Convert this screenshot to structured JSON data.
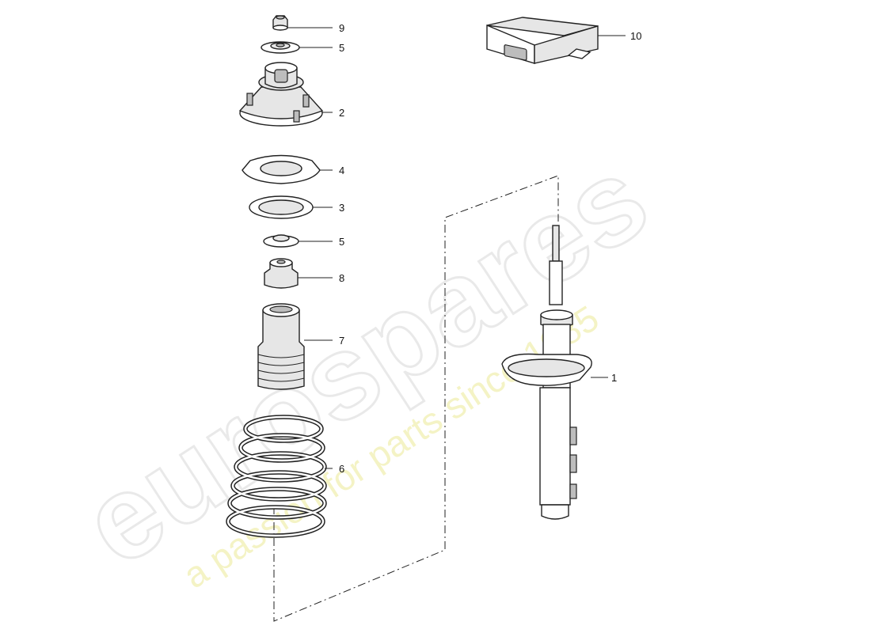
{
  "watermark": {
    "brand": "eurospares",
    "tagline": "a passion for parts since 1985"
  },
  "callouts": [
    {
      "id": "9",
      "label": "9"
    },
    {
      "id": "5a",
      "label": "5"
    },
    {
      "id": "2",
      "label": "2"
    },
    {
      "id": "4",
      "label": "4"
    },
    {
      "id": "3",
      "label": "3"
    },
    {
      "id": "5b",
      "label": "5"
    },
    {
      "id": "8",
      "label": "8"
    },
    {
      "id": "7",
      "label": "7"
    },
    {
      "id": "6",
      "label": "6"
    },
    {
      "id": "10",
      "label": "10"
    },
    {
      "id": "1",
      "label": "1"
    }
  ]
}
